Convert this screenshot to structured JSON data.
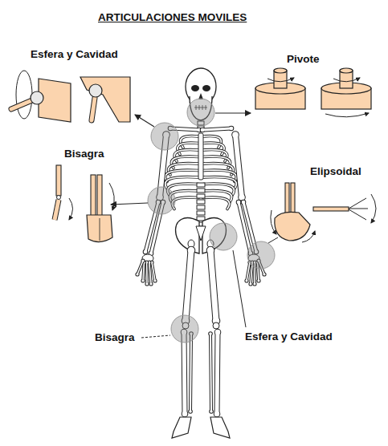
{
  "diagram": {
    "title": "ARTICULACIONES MOVILES",
    "labels": [
      "Esfera y Cavidad",
      "Pivote",
      "Bisagra",
      "Elipsoidal",
      "Bisagra",
      "Esfera y Cavidad"
    ]
  }
}
